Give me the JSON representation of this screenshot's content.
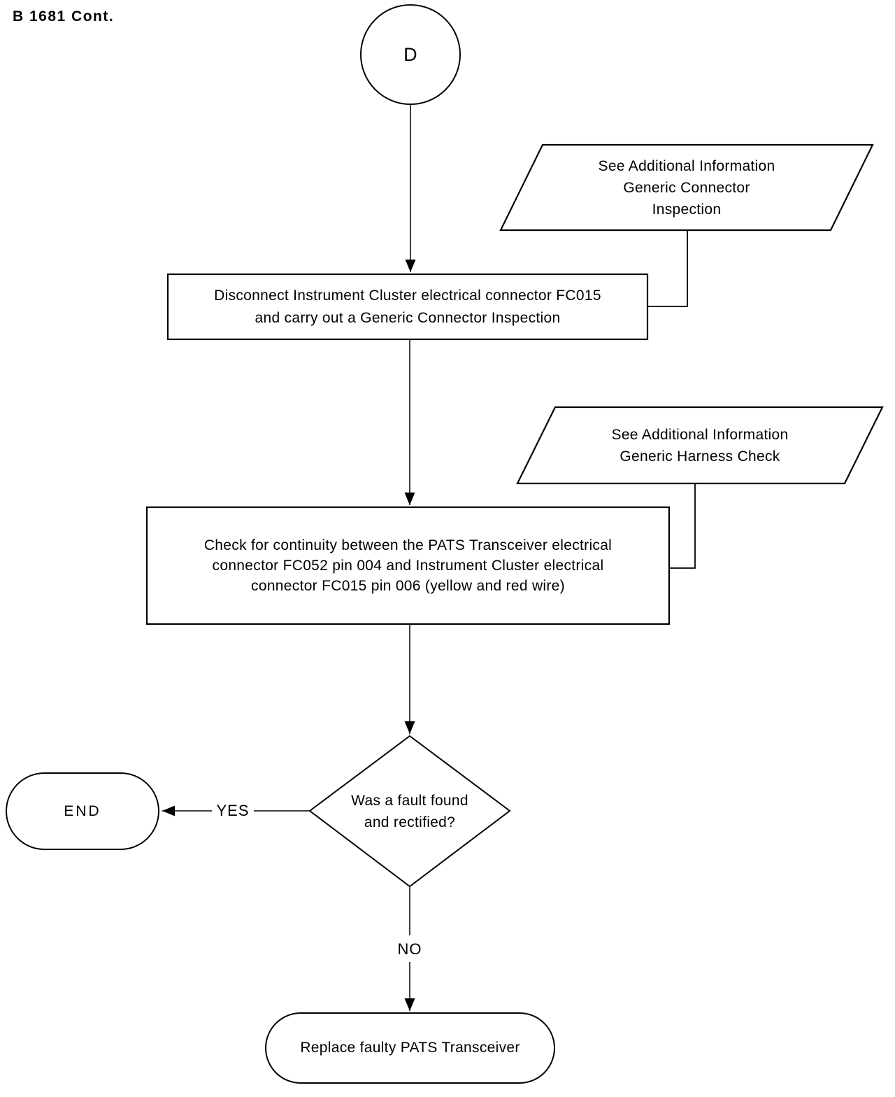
{
  "page": {
    "header": "B 1681 Cont."
  },
  "diagram": {
    "colors": {
      "stroke": "#000000",
      "background": "#ffffff"
    },
    "nodes": {
      "connector_d": {
        "label": "D"
      },
      "ref_connector_inspection": {
        "lines": [
          "See Additional Information",
          "Generic Connector",
          "Inspection"
        ]
      },
      "process_disconnect": {
        "lines": [
          "Disconnect Instrument Cluster electrical connector FC015",
          "and carry out a Generic Connector Inspection"
        ]
      },
      "ref_harness_check": {
        "lines": [
          "See Additional Information",
          "Generic Harness Check"
        ]
      },
      "process_continuity": {
        "lines": [
          "Check for continuity between the PATS Transceiver electrical",
          "connector FC052 pin 004 and Instrument Cluster electrical",
          "connector FC015 pin 006 (yellow and red wire)"
        ]
      },
      "decision_fault": {
        "lines": [
          "Was a fault found",
          "and rectified?"
        ]
      },
      "terminator_end": {
        "label": "END"
      },
      "terminator_replace": {
        "label": "Replace faulty PATS Transceiver"
      }
    },
    "edge_labels": {
      "yes": "YES",
      "no": "NO"
    }
  }
}
